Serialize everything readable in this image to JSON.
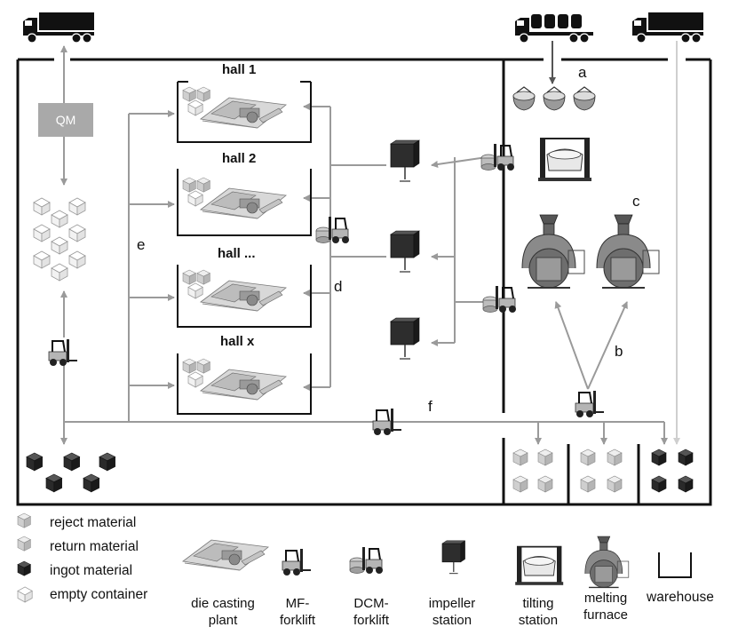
{
  "halls": [
    "hall 1",
    "hall 2",
    "hall ...",
    "hall x"
  ],
  "qm_label": "QM",
  "flow_letters": {
    "a": "a",
    "b": "b",
    "c": "c",
    "d": "d",
    "e": "e",
    "f": "f"
  },
  "legend": {
    "reject": "reject material",
    "return": "return material",
    "ingot": "ingot material",
    "empty": "empty container",
    "die_casting_1": "die casting",
    "die_casting_2": "plant",
    "mf_1": "MF-",
    "mf_2": "forklift",
    "dcm_1": "DCM-",
    "dcm_2": "forklift",
    "impeller_1": "impeller",
    "impeller_2": "station",
    "tilting_1": "tilting",
    "tilting_2": "station",
    "melting_1": "melting",
    "melting_2": "furnace",
    "warehouse": "warehouse"
  },
  "colors": {
    "frame": "#111111",
    "arrow": "#9a9a9a",
    "qm_box": "#a9a9a9",
    "ingot": "#2a2a2a",
    "material": "#cfcfcf"
  },
  "icons": [
    "truck-icon",
    "tank-truck-icon",
    "forklift-icon",
    "dcm-forklift-icon",
    "impeller-station-icon",
    "tilting-station-icon",
    "melting-furnace-icon",
    "die-casting-plant-icon",
    "container-icon",
    "warehouse-icon"
  ]
}
